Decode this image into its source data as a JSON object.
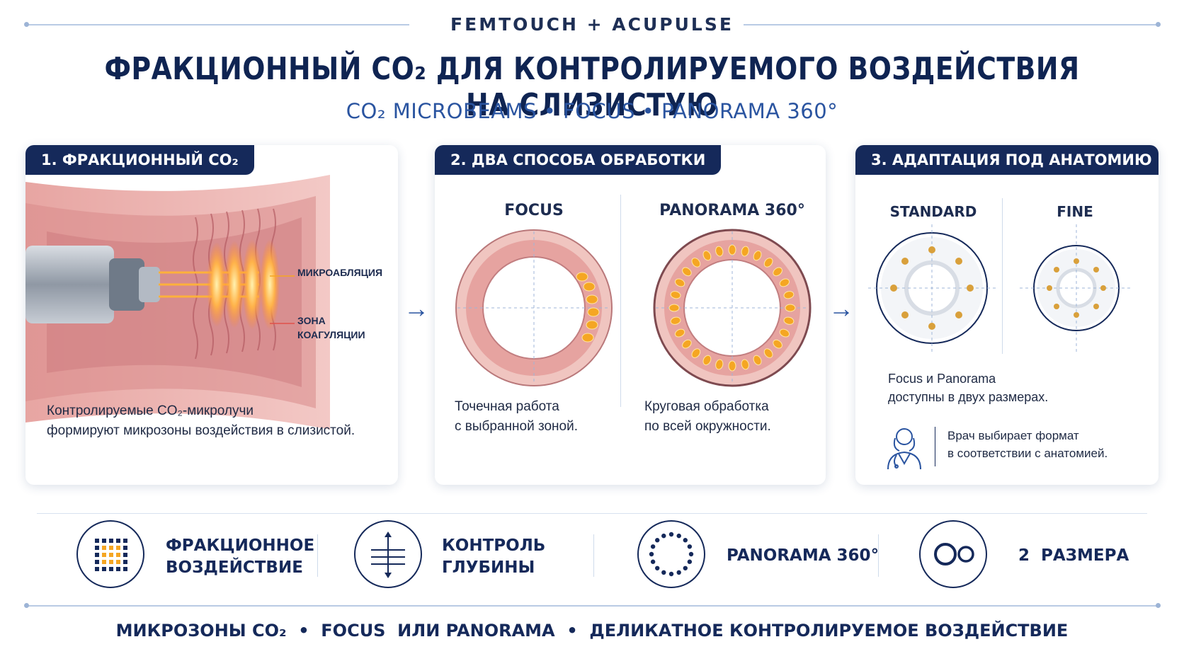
{
  "header": {
    "brand": "FEMTOUCH + ACUPULSE",
    "title": "ФРАКЦИОННЫЙ CO₂ ДЛЯ КОНТРОЛИРУЕМОГО ВОЗДЕЙСТВИЯ НА СЛИЗИСТУЮ",
    "subtitle": "CO₂ MICROBEAMS • FOCUS • PANORAMA 360°"
  },
  "panels": [
    {
      "badge": "1. ФРАКЦИОННЫЙ CO₂",
      "labels": {
        "ablation": "МИКРОАБЛЯЦИЯ",
        "coag1": "ЗОНА",
        "coag2": "КОАГУЛЯЦИИ"
      },
      "caption1": "Контролируемые CO₂-микролучи",
      "caption2": "формируют микрозоны воздействия в слизистой."
    },
    {
      "badge": "2. ДВА СПОСОБА ОБРАБОТКИ",
      "focus_title": "FOCUS",
      "panorama_title": "PANORAMA 360°",
      "focus_caption1": "Точечная работа",
      "focus_caption2": "с выбранной зоной.",
      "panorama_caption1": "Круговая обработка",
      "panorama_caption2": "по всей окружности."
    },
    {
      "badge": "3. АДАПТАЦИЯ ПОД АНАТОМИЮ",
      "standard_title": "STANDARD",
      "fine_title": "FINE",
      "caption1": "Focus и Panorama",
      "caption2": "доступны в двух размерах.",
      "doctor1": "Врач выбирает формат",
      "doctor2": "в соответствии с анатомией."
    }
  ],
  "features": [
    {
      "icon": "fractional-grid-icon",
      "line1": "ФРАКЦИОННОЕ",
      "line2": "ВОЗДЕЙСТВИЕ"
    },
    {
      "icon": "depth-control-icon",
      "line1": "КОНТРОЛЬ",
      "line2": "ГЛУБИНЫ"
    },
    {
      "icon": "panorama-ring-icon",
      "line1": "PANORAMA 360°",
      "line2": ""
    },
    {
      "icon": "two-sizes-icon",
      "line1": "2  РАЗМЕРА",
      "line2": ""
    }
  ],
  "footer": "МИКРОЗОНЫ CO₂  •  FOCUS  ИЛИ PANORAMA  •  ДЕЛИКАТНОЕ КОНТРОЛИРУЕМОЕ ВОЗДЕЙСТВИЕ",
  "colors": {
    "navy": "#15295a",
    "accent_blue": "#2a54a0",
    "tissue": "#e9a8a8",
    "laser": "#f5a623"
  }
}
